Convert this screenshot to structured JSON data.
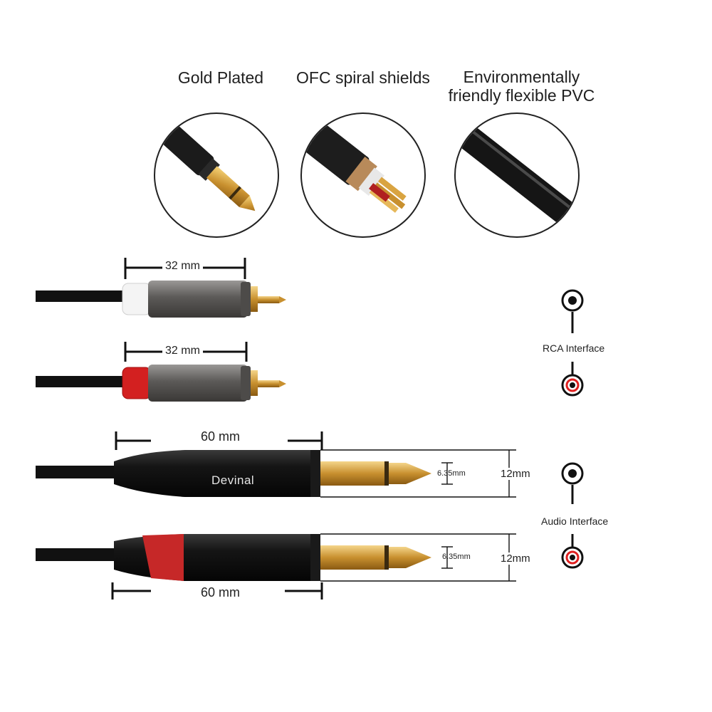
{
  "features": [
    {
      "label": "Gold Plated",
      "icon": "gold-plated-plug-closeup"
    },
    {
      "label": "OFC spiral shields",
      "icon": "ofc-shield-cross-section"
    },
    {
      "label": "Environmentally\nfriendly flexible PVC",
      "icon": "pvc-cable-closeup"
    }
  ],
  "rca": {
    "white_length": "32 mm",
    "red_length": "32 mm",
    "interface_label": "RCA Interface"
  },
  "jack": {
    "top_length": "60 mm",
    "bottom_length": "60 mm",
    "brand": "Devinal",
    "tip_diameter_top": "6.35mm",
    "tip_diameter_bottom": "6.35mm",
    "body_diameter_top": "12mm",
    "body_diameter_bottom": "12mm",
    "interface_label": "Audio Interface"
  },
  "colors": {
    "white_ring": "#f4f4f4",
    "red_ring": "#d32020",
    "black": "#111111",
    "gold": "#d9a441"
  }
}
